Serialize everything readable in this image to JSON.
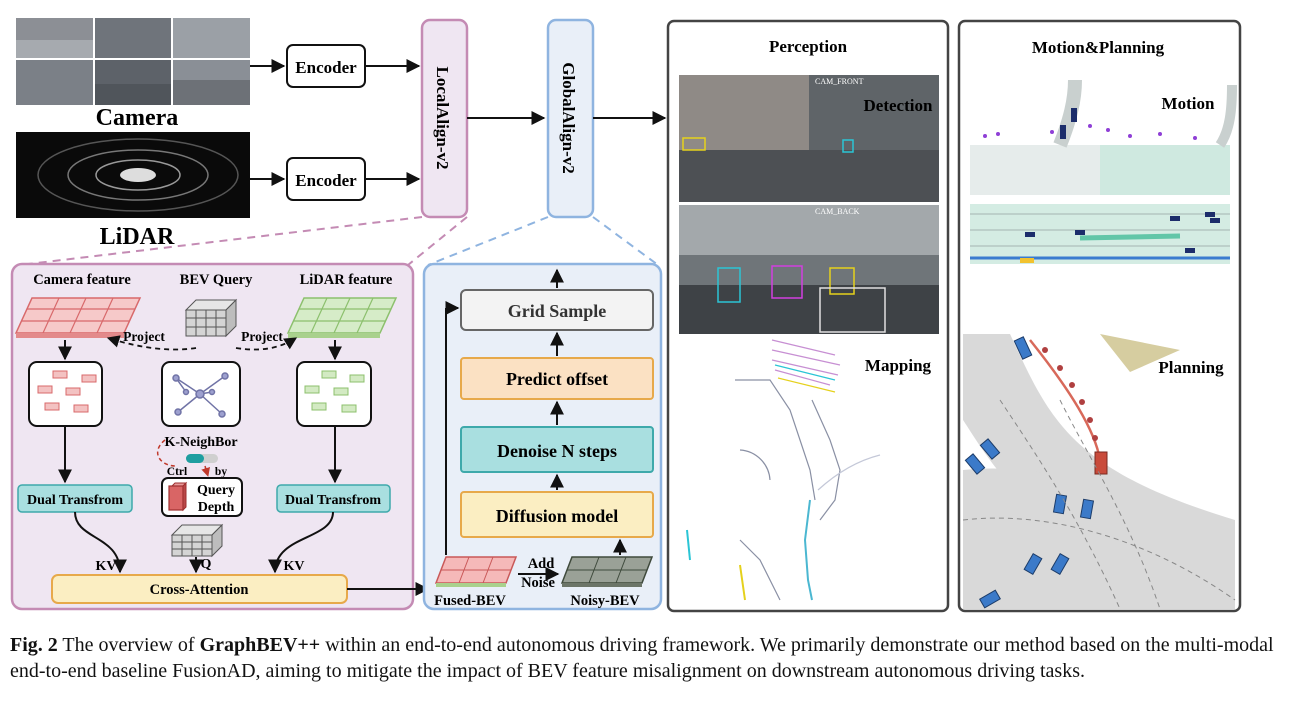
{
  "inputs": {
    "camera_label": "Camera",
    "lidar_label": "LiDAR",
    "encoder_camera": "Encoder",
    "encoder_lidar": "Encoder",
    "local_align": "LocalAlign-v2",
    "global_align": "GlobalAlign-v2"
  },
  "local_panel": {
    "camera_feature": "Camera feature",
    "bev_query": "BEV Query",
    "lidar_feature": "LiDAR feature",
    "project_left": "Project",
    "project_right": "Project",
    "k_neighbor": "K-NeighBor",
    "ctrl": "Ctrl",
    "by": "by",
    "query_depth_1": "Query",
    "query_depth_2": "Depth",
    "dual_left": "Dual Transfrom",
    "dual_right": "Dual Transfrom",
    "kv_left": "KV",
    "kv_right": "KV",
    "q": "Q",
    "cross_attention": "Cross-Attention"
  },
  "global_panel": {
    "grid_sample": "Grid Sample",
    "predict_offset": "Predict offset",
    "denoise": "Denoise N steps",
    "diffusion": "Diffusion model",
    "fused_bev": "Fused-BEV",
    "noisy_bev": "Noisy-BEV",
    "add": "Add",
    "noise": "Noise"
  },
  "perception": {
    "title": "Perception",
    "detection": "Detection",
    "mapping": "Mapping",
    "cam_front": "CAM_FRONT",
    "cam_back": "CAM_BACK"
  },
  "motion_planning": {
    "title": "Motion&Planning",
    "motion": "Motion",
    "planning": "Planning"
  },
  "caption": {
    "label": "Fig. 2",
    "pre": "The overview of",
    "name": "GraphBEV++",
    "post": "within an end-to-end autonomous driving framework. We primarily demonstrate our method based on the multi-modal end-to-end baseline FusionAD, aiming to mitigate the impact of BEV feature misalignment on downstream autonomous driving tasks."
  },
  "colors": {
    "local_border": "#c48bb4",
    "local_fill": "#efe6f2",
    "global_border": "#8fb4e0",
    "global_fill": "#e9eff8",
    "teal": "#a9dfe0",
    "yellow": "#fbeec2",
    "orange_border": "#e7a94a"
  }
}
